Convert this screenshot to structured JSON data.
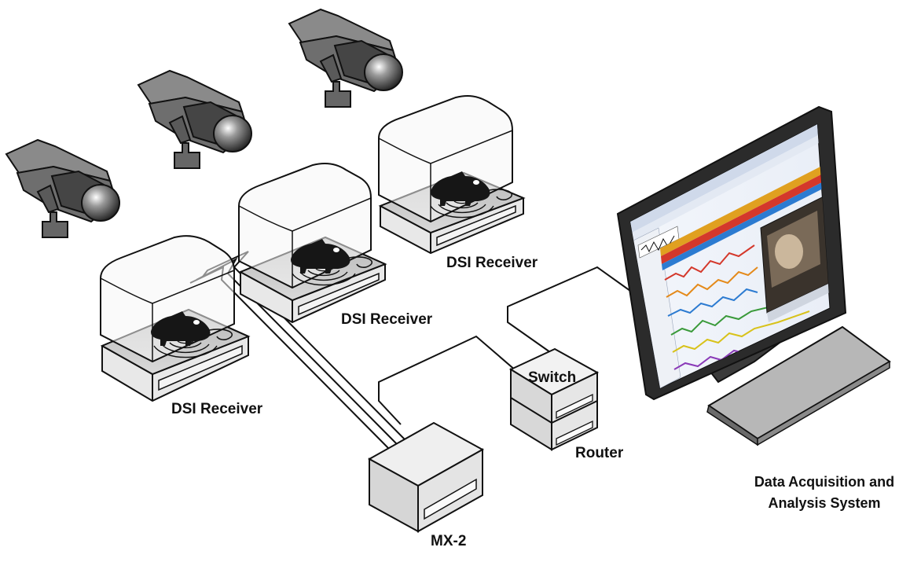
{
  "labels": {
    "dsi_receiver_1": "DSI Receiver",
    "dsi_receiver_2": "DSI Receiver",
    "dsi_receiver_3": "DSI Receiver",
    "switch": "Switch",
    "router": "Router",
    "mx2": "MX-2",
    "das_line1": "Data Acquisition and",
    "das_line2": "Analysis System"
  },
  "icons": [
    "camera-icon",
    "animal-cage-icon",
    "rat-icon",
    "signal-waves-icon",
    "monitor-icon",
    "keyboard-icon",
    "switch-router-icon",
    "mx2-box-icon"
  ],
  "colors": {
    "camera_body": "#6e6e6e",
    "lens_dark": "#222222",
    "cage_glass": "#f7f7f7",
    "trace_colors": [
      "#d4382b",
      "#2c7bd1",
      "#e48a1a",
      "#3a9a3a",
      "#d8c21a",
      "#8a3ab8"
    ]
  }
}
